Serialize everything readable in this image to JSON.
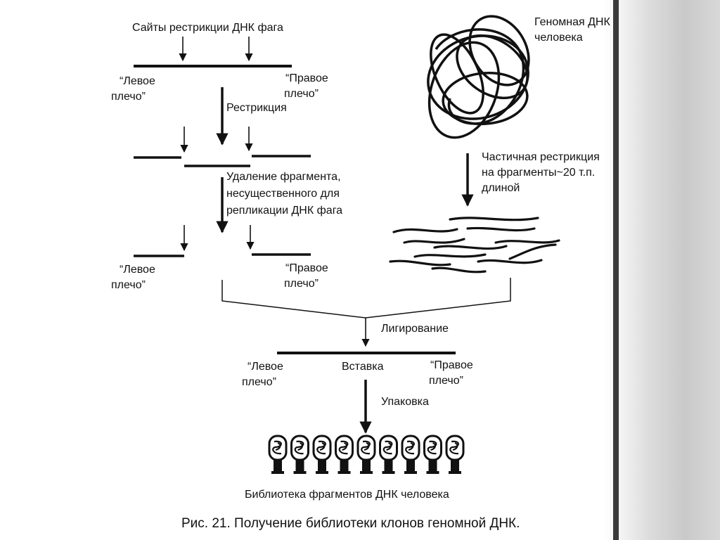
{
  "labels": {
    "phage_sites": "Сайты рестрикции ДНК фага",
    "left_arm_1_a": "“Левое",
    "left_arm_1_b": "плечо”",
    "right_arm_1_a": "“Правое",
    "right_arm_1_b": "плечо”",
    "restriction": "Рестрикция",
    "removal_1": "Удаление фрагмента,",
    "removal_2": "несущественного для",
    "removal_3": "репликации ДНК фага",
    "left_arm_2_a": "“Левое",
    "left_arm_2_b": "плечо”",
    "right_arm_2_a": "“Правое",
    "right_arm_2_b": "плечо”",
    "genomic_1": "Геномная ДНК",
    "genomic_2": "человека",
    "partial_1": "Частичная рестрикция",
    "partial_2": "на фрагменты~20 т.п.",
    "partial_3": "длиной",
    "ligation": "Лигирование",
    "left_arm_3_a": "“Левое",
    "left_arm_3_b": "плечо”",
    "insert": "Вставка",
    "right_arm_3_a": "“Правое",
    "right_arm_3_b": "плечо”",
    "packaging": "Упаковка",
    "library": "Библиотека фрагментов ДНК человека"
  },
  "caption": "Рис. 21. Получение библиотеки клонов геномной ДНК.",
  "phage_particle_count": 9,
  "colors": {
    "ink": "#111111",
    "background": "#ffffff"
  }
}
